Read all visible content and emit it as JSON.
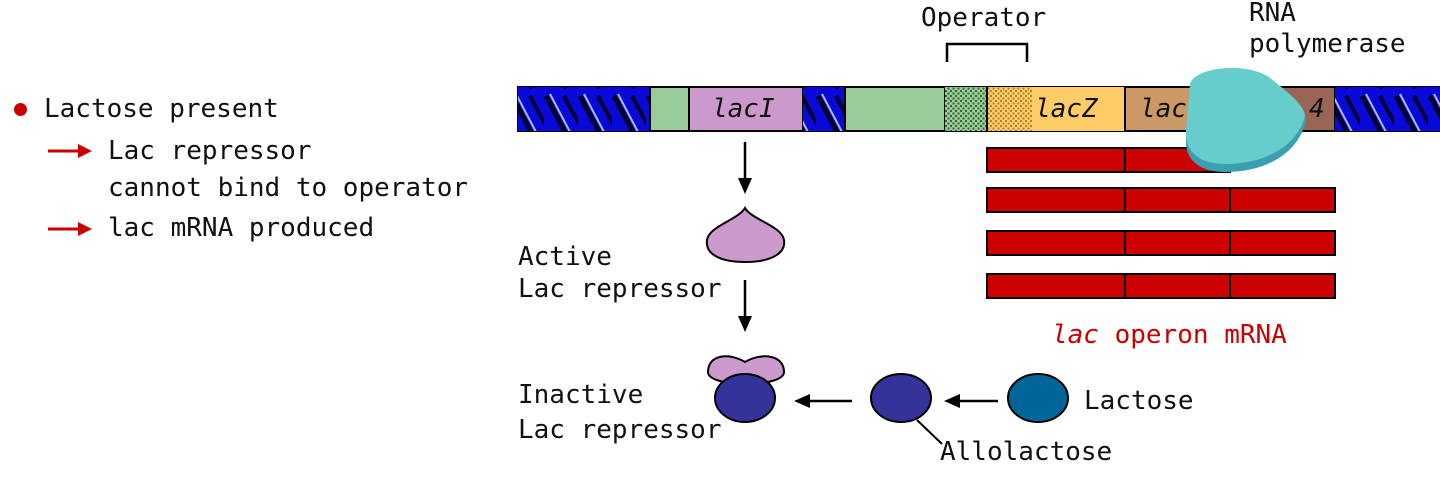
{
  "bullets": {
    "main": "Lactose present",
    "sub1_line1": "Lac repressor",
    "sub1_line2": "cannot bind to operator",
    "sub2": "lac mRNA produced"
  },
  "labels": {
    "operator": "Operator",
    "rna_polymerase_line1": "RNA",
    "rna_polymerase_line2": "polymerase",
    "laci": "lacI",
    "lacz": "lacZ",
    "lacy_partial": "lac",
    "laca_partial": "4",
    "active_line1": "Active",
    "active_line2": "Lac repressor",
    "inactive_line1": "Inactive",
    "inactive_line2": "Lac repressor",
    "mrna_lac": "lac",
    "mrna_rest": " operon mRNA",
    "lactose": "Lactose",
    "allolactose": "Allolactose"
  },
  "colors": {
    "accent_red": "#c80000",
    "mrna_red": "#cc0000",
    "dna_blue": "#0a0ad8",
    "spacer_green": "#99cc99",
    "laci_purple": "#cc99cc",
    "lacz_yellow": "#ffcc66",
    "lacy_tan": "#cc9966",
    "laca_brown": "#996655",
    "polymerase_cyan": "#66cccc",
    "repressor_pink": "#cc99cc",
    "repressor_navy": "#333399",
    "lactose_teal": "#006699"
  }
}
